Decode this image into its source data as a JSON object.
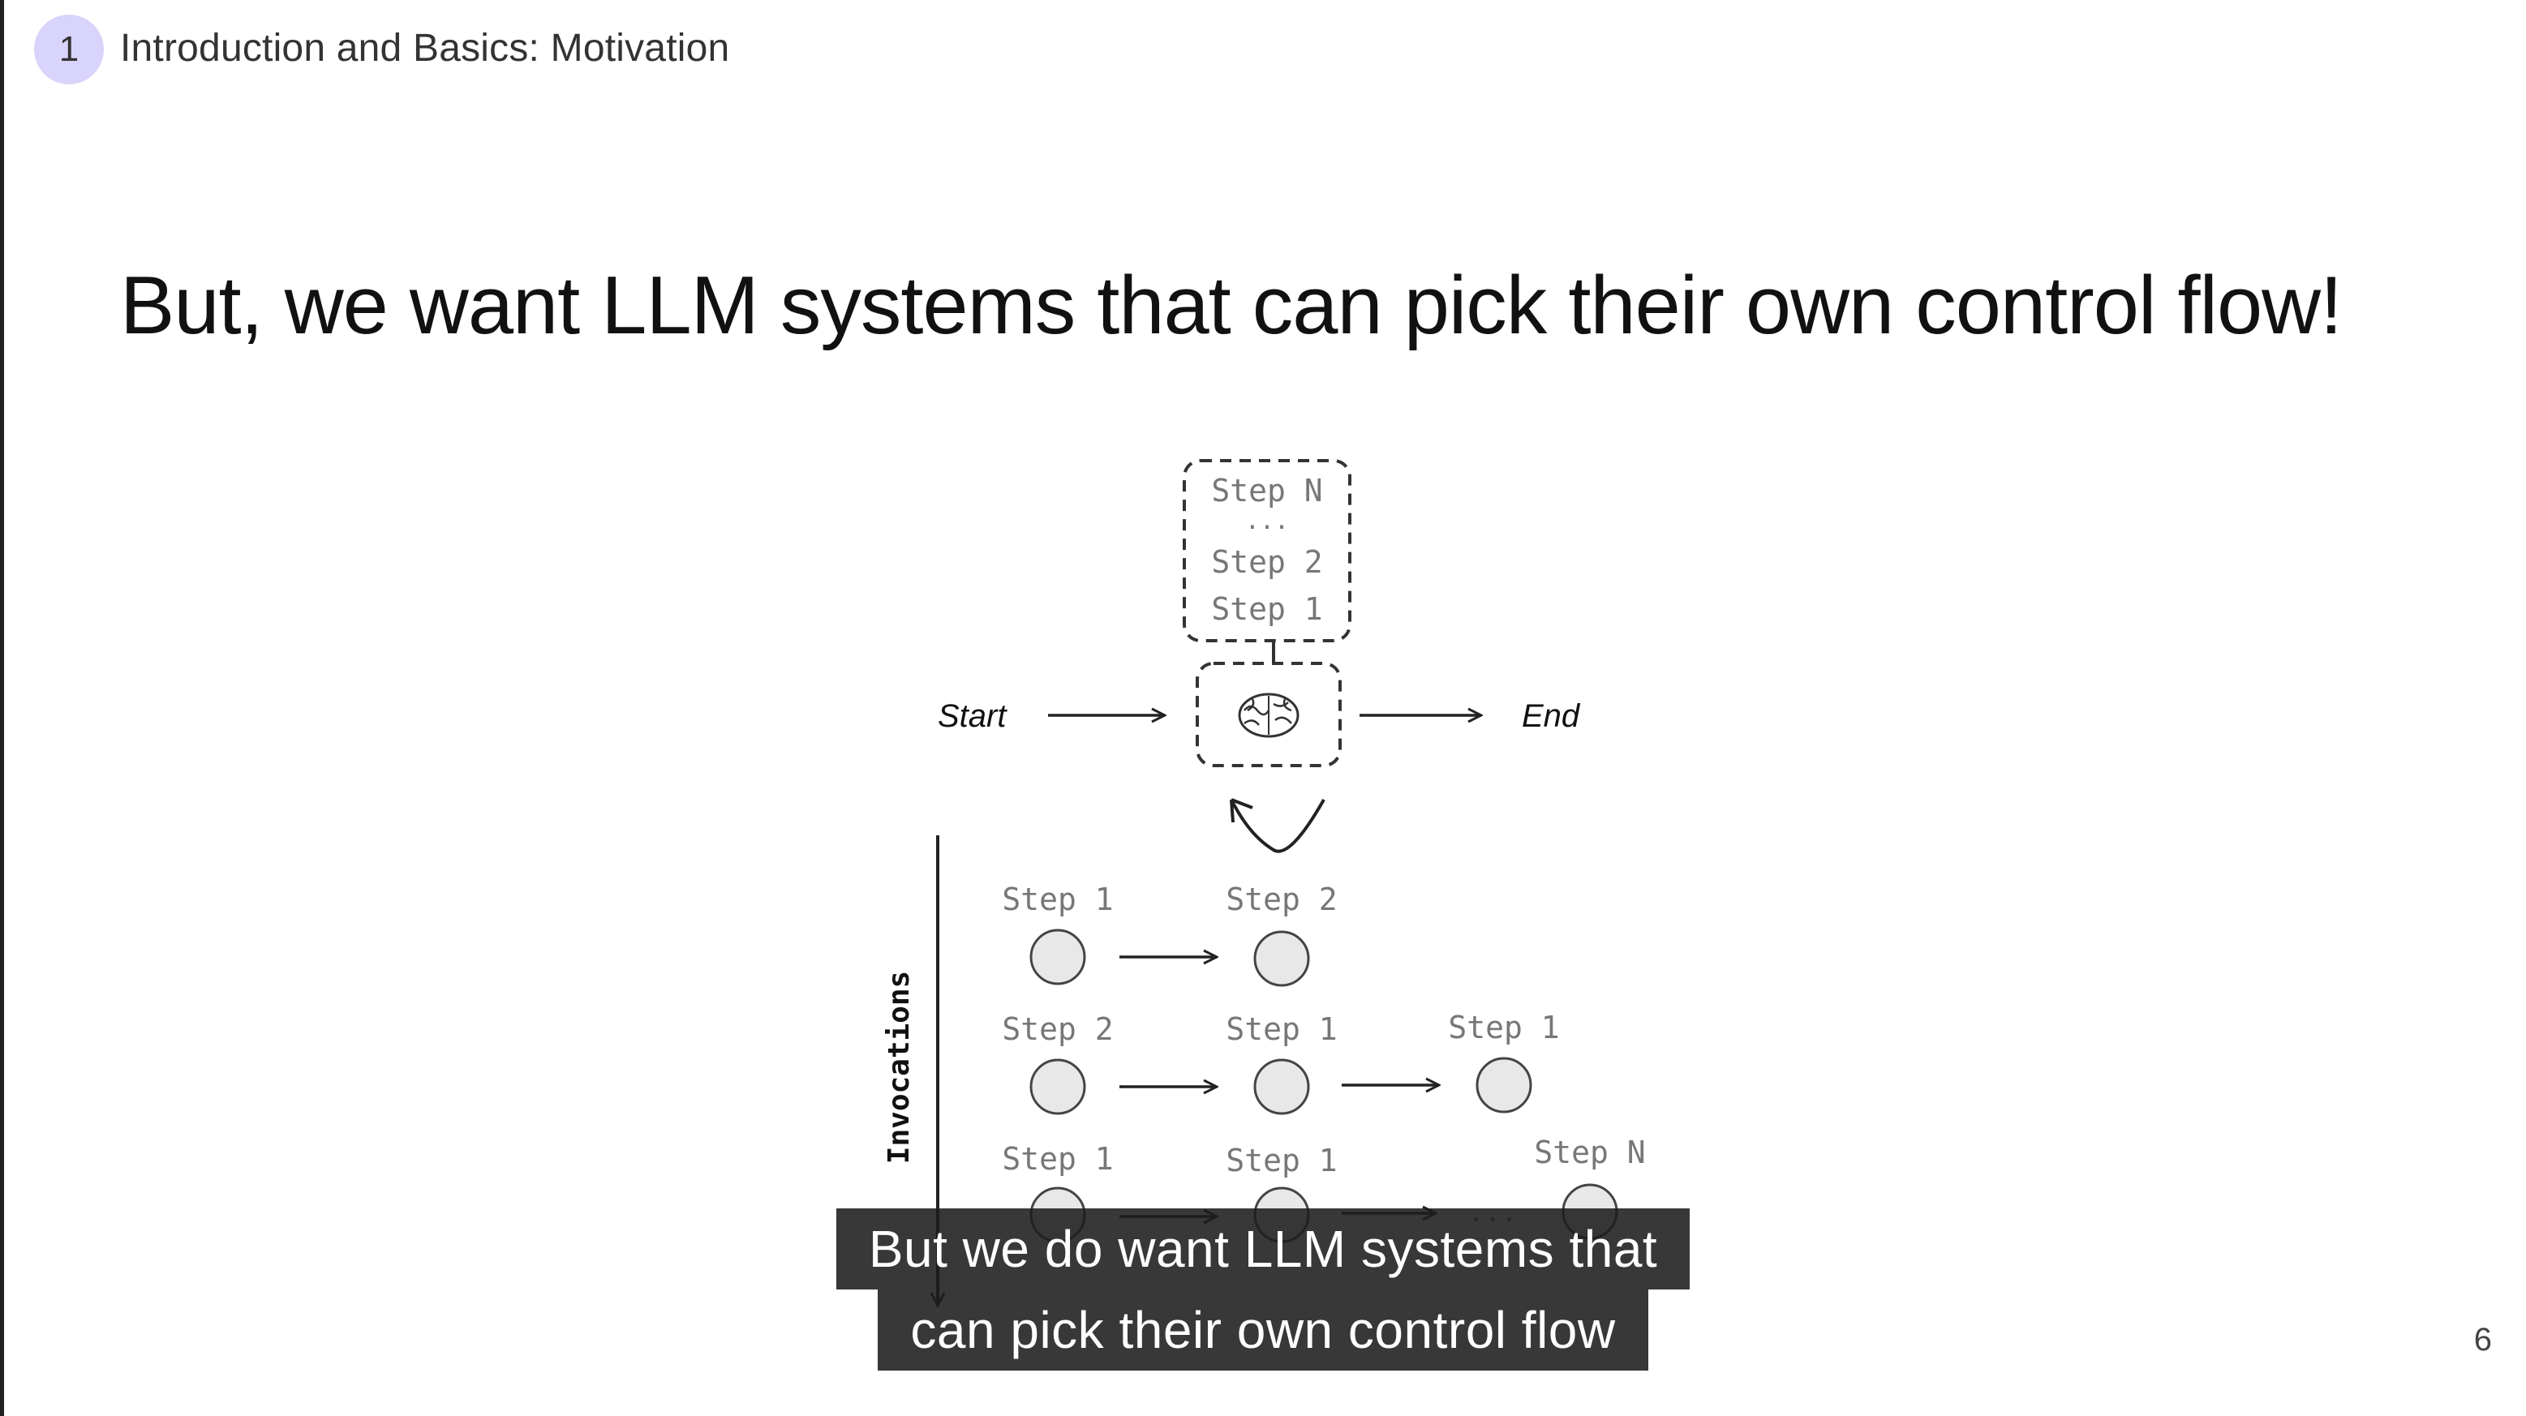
{
  "header": {
    "section_number": "1",
    "section_title": "Introduction and Basics: Motivation"
  },
  "slide": {
    "title": "But, we want LLM systems that can pick their own control flow!",
    "page_number": "6"
  },
  "diagram": {
    "start_label": "Start",
    "end_label": "End",
    "stack_labels": [
      "Step N",
      "...",
      "Step 2",
      "Step 1"
    ],
    "axis_label": "Invocations",
    "brain_icon": "brain-icon",
    "rows": [
      {
        "labels": [
          "Step 1",
          "Step 2"
        ]
      },
      {
        "labels": [
          "Step 2",
          "Step 1",
          "Step 1"
        ]
      },
      {
        "labels": [
          "Step 1",
          "Step 1",
          "Step N"
        ],
        "ellipsis": "..."
      }
    ]
  },
  "caption": {
    "line1": "But we do want LLM systems that",
    "line2": "can pick their own control flow"
  }
}
